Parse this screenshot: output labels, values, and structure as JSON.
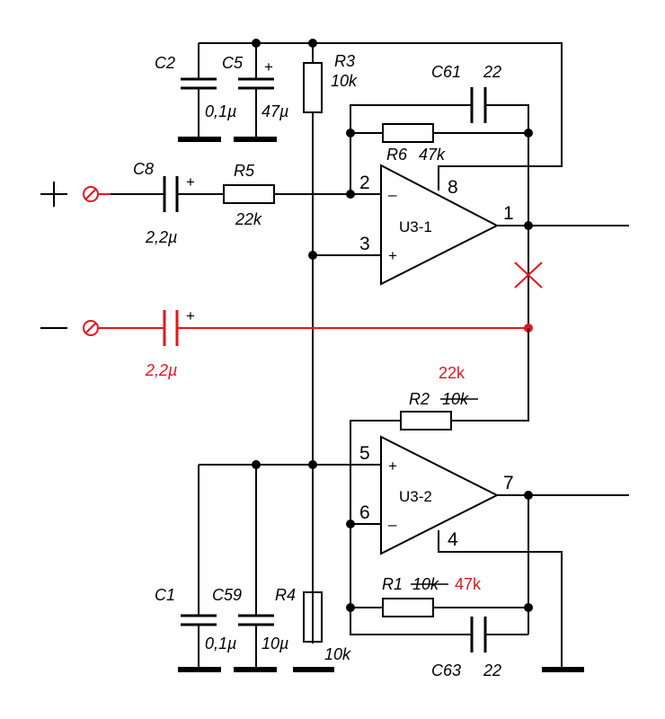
{
  "components": {
    "C2": {
      "ref": "C2",
      "value": "0,1µ"
    },
    "C5": {
      "ref": "C5",
      "value": "47µ"
    },
    "R3": {
      "ref": "R3",
      "value": "10k"
    },
    "C61": {
      "ref": "C61",
      "value": "22"
    },
    "R6": {
      "ref": "R6",
      "value": "47k"
    },
    "C8": {
      "ref": "C8",
      "value": "2,2µ"
    },
    "R5": {
      "ref": "R5",
      "value": "22k"
    },
    "C_new": {
      "value": "2,2µ"
    },
    "R2": {
      "ref": "R2",
      "old_value": "10k",
      "new_value": "22k"
    },
    "C1": {
      "ref": "C1",
      "value": "0,1µ"
    },
    "C59": {
      "ref": "C59",
      "value": "10µ"
    },
    "R4": {
      "ref": "R4",
      "value": "10k"
    },
    "R1": {
      "ref": "R1",
      "old_value": "10k",
      "new_value": "47k"
    },
    "C63": {
      "ref": "C63",
      "value": "22"
    }
  },
  "opamps": {
    "u1": {
      "name": "U3-1",
      "pin_inv": "2",
      "pin_noninv": "3",
      "pin_out": "1",
      "pin_pwr": "8",
      "inv_sign": "–",
      "noninv_sign": "+"
    },
    "u2": {
      "name": "U3-2",
      "pin_noninv": "5",
      "pin_inv": "6",
      "pin_out": "7",
      "pin_pwr": "4",
      "inv_sign": "–",
      "noninv_sign": "+"
    }
  },
  "polarity": {
    "plus": "+"
  },
  "colors": {
    "wire": "#000000",
    "modification": "#e8141b"
  }
}
